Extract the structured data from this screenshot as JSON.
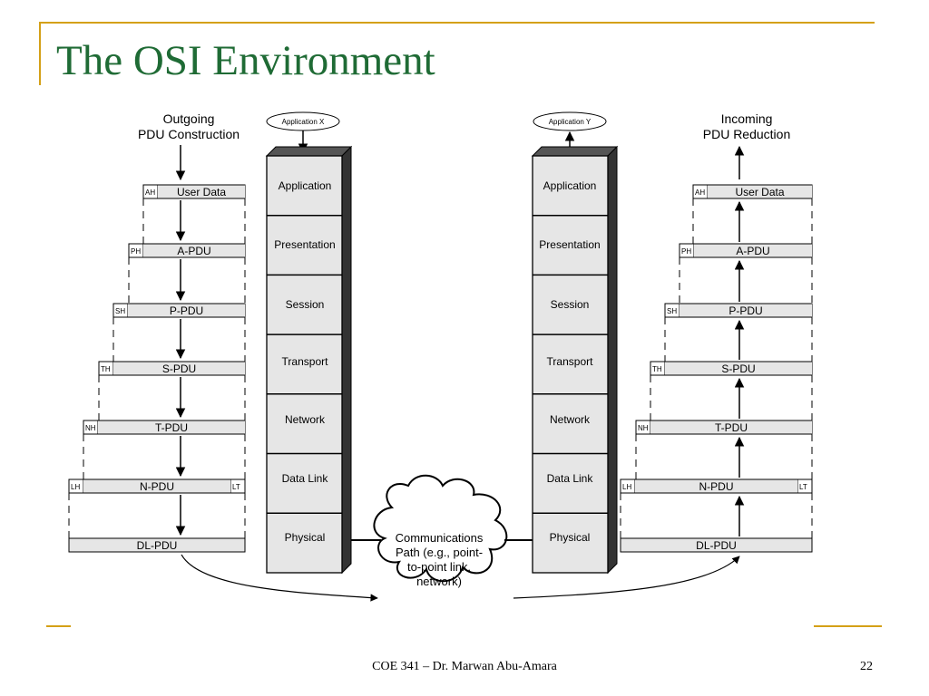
{
  "slide": {
    "title": "The OSI Environment",
    "footer": "COE 341 – Dr. Marwan Abu-Amara",
    "page_number": "22",
    "accent_color": "#d4a017",
    "title_color": "#1f6b35"
  },
  "diagram": {
    "outgoing_label": [
      "Outgoing",
      "PDU Construction"
    ],
    "incoming_label": [
      "Incoming",
      "PDU Reduction"
    ],
    "app_x": "Application X",
    "app_y": "Application Y",
    "layers": [
      "Application",
      "Presentation",
      "Session",
      "Transport",
      "Network",
      "Data Link",
      "Physical"
    ],
    "cloud_text": [
      "Communications",
      "Path (e.g., point-",
      "to-point link,",
      "network)"
    ],
    "pdu_rows": [
      {
        "header": "AH",
        "label": "User Data"
      },
      {
        "header": "PH",
        "label": "A-PDU"
      },
      {
        "header": "SH",
        "label": "P-PDU"
      },
      {
        "header": "TH",
        "label": "S-PDU"
      },
      {
        "header": "NH",
        "label": "T-PDU"
      },
      {
        "header": "LH",
        "label": "N-PDU",
        "trailer": "LT"
      },
      {
        "header": "",
        "label": "DL-PDU"
      }
    ]
  }
}
